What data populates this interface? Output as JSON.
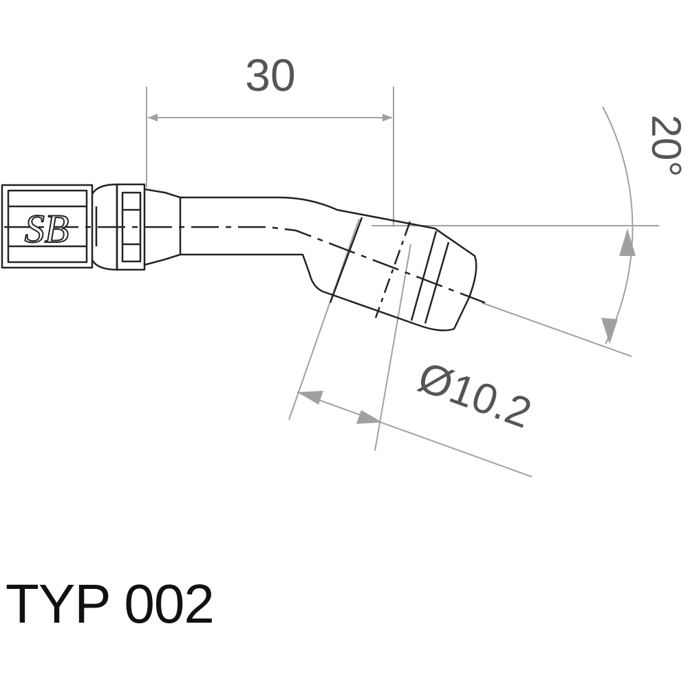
{
  "drawing": {
    "dimension_length": "30",
    "dimension_angle": "20°",
    "dimension_diameter": "Ø10.2",
    "logo_text": "SB"
  },
  "title": "TYP 002",
  "colors": {
    "outline": "#222222",
    "dimension": "#9a9a9a",
    "dimension_text": "#555555"
  }
}
